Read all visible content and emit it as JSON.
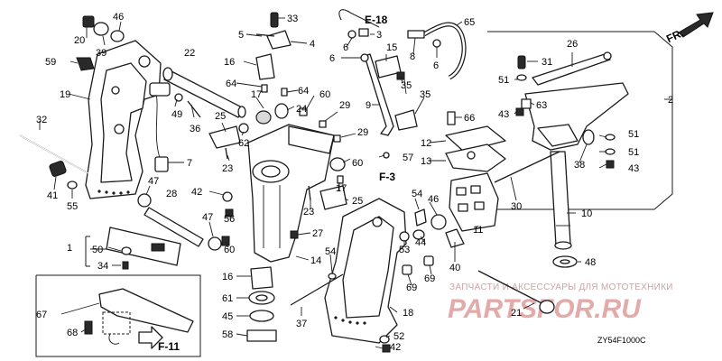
{
  "diagram_code": "ZY54F1000C",
  "direction_label": "FR.",
  "references": {
    "e18": "E-18",
    "f3": "F-3",
    "f11": "F-11"
  },
  "watermark": {
    "top": "ЗАПЧАСТИ И АКСЕССУАРЫ ДЛЯ МОТОТЕХНИКИ",
    "logo": "PARTSFOR.RU"
  },
  "labels": {
    "l1": "1",
    "l2": "2",
    "l3": "3",
    "l4": "4",
    "l5": "5",
    "l6a": "6",
    "l6b": "6",
    "l6c": "6",
    "l7": "7",
    "l8": "8",
    "l9": "9",
    "l10": "10",
    "l11": "11",
    "l12": "12",
    "l13": "13",
    "l14": "14",
    "l15": "15",
    "l16a": "16",
    "l16b": "16",
    "l17a": "17",
    "l17b": "17",
    "l18": "18",
    "l19": "19",
    "l20": "20",
    "l21": "21",
    "l22": "22",
    "l23a": "23",
    "l23b": "23",
    "l24": "24",
    "l25a": "25",
    "l25b": "25",
    "l26": "26",
    "l27": "27",
    "l28": "28",
    "l29a": "29",
    "l29b": "29",
    "l30": "30",
    "l31": "31",
    "l32": "32",
    "l33": "33",
    "l34": "34",
    "l35a": "35",
    "l35b": "35",
    "l36": "36",
    "l37": "37",
    "l38": "38",
    "l39": "39",
    "l40": "40",
    "l41": "41",
    "l42a": "42",
    "l42b": "42",
    "l43a": "43",
    "l43b": "43",
    "l44": "44",
    "l45": "45",
    "l46a": "46",
    "l46b": "46",
    "l47a": "47",
    "l47b": "47",
    "l48": "48",
    "l49": "49",
    "l50": "50",
    "l51a": "51",
    "l51b": "51",
    "l51c": "51",
    "l52": "52",
    "l53": "53",
    "l54a": "54",
    "l54b": "54",
    "l55": "55",
    "l56": "56",
    "l57": "57",
    "l58": "58",
    "l59": "59",
    "l60a": "60",
    "l60b": "60",
    "l60c": "60",
    "l61": "61",
    "l62": "62",
    "l63": "63",
    "l64a": "64",
    "l64b": "64",
    "l65": "65",
    "l66": "66",
    "l67": "67",
    "l68": "68",
    "l69a": "69",
    "l69b": "69"
  }
}
